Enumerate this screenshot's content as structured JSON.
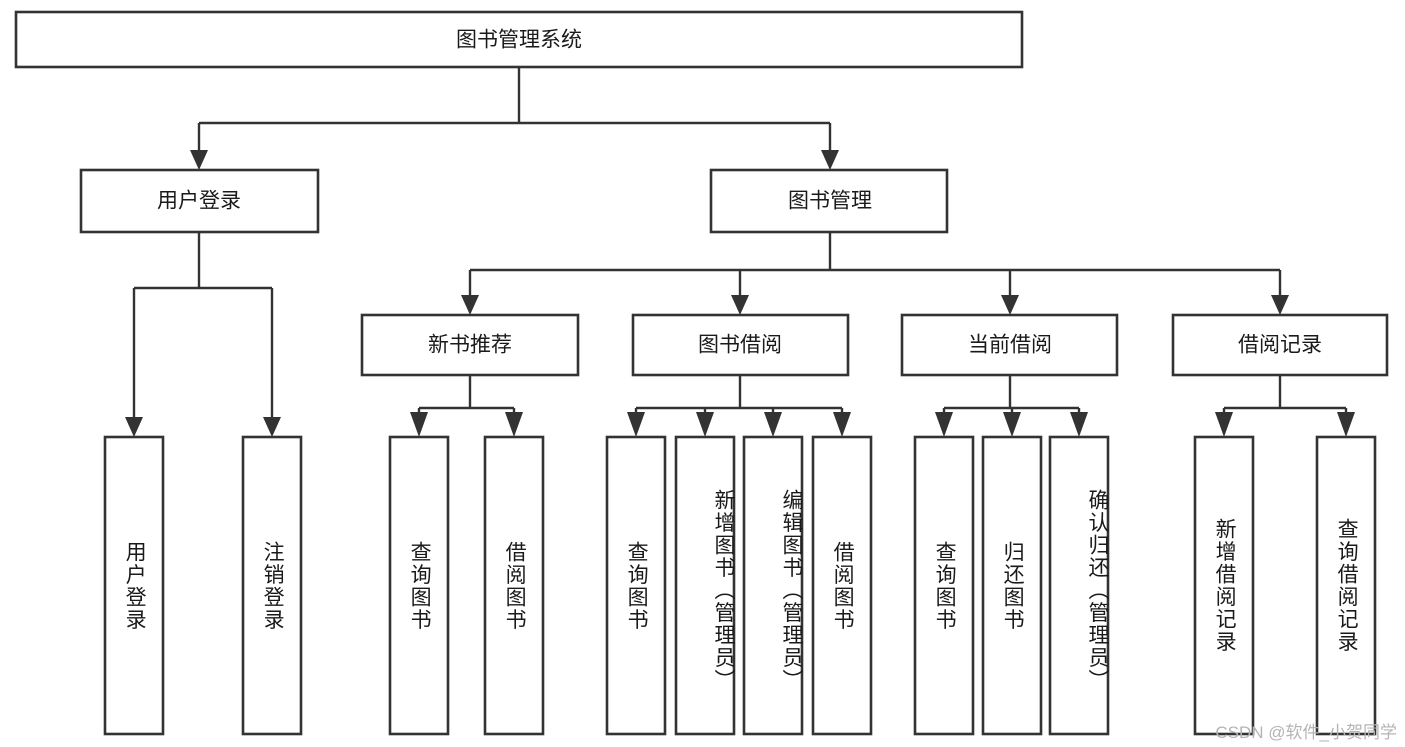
{
  "diagram": {
    "type": "tree-hierarchy",
    "orientation": "top-down",
    "root": {
      "id": "root",
      "label": "图书管理系统"
    },
    "level2": [
      {
        "id": "user-login",
        "label": "用户登录"
      },
      {
        "id": "book-manage",
        "label": "图书管理"
      }
    ],
    "level3": [
      {
        "id": "new-book-rec",
        "label": "新书推荐",
        "parent": "book-manage"
      },
      {
        "id": "book-borrow",
        "label": "图书借阅",
        "parent": "book-manage"
      },
      {
        "id": "current-borrow",
        "label": "当前借阅",
        "parent": "book-manage"
      },
      {
        "id": "borrow-record",
        "label": "借阅记录",
        "parent": "book-manage"
      }
    ],
    "leaves": [
      {
        "id": "leaf-user-login",
        "label": "用户登录",
        "parent": "user-login"
      },
      {
        "id": "leaf-logout-login",
        "label": "注销登录",
        "parent": "user-login"
      },
      {
        "id": "leaf-query-book-1",
        "label": "查询图书",
        "parent": "new-book-rec"
      },
      {
        "id": "leaf-borrow-book-1",
        "label": "借阅图书",
        "parent": "new-book-rec"
      },
      {
        "id": "leaf-query-book-2",
        "label": "查询图书",
        "parent": "book-borrow"
      },
      {
        "id": "leaf-add-book",
        "label": "新增图书（管理员）",
        "parent": "book-borrow"
      },
      {
        "id": "leaf-edit-book",
        "label": "编辑图书（管理员）",
        "parent": "book-borrow"
      },
      {
        "id": "leaf-borrow-book-2",
        "label": "借阅图书",
        "parent": "book-borrow"
      },
      {
        "id": "leaf-query-book-3",
        "label": "查询图书",
        "parent": "current-borrow"
      },
      {
        "id": "leaf-return-book",
        "label": "归还图书",
        "parent": "current-borrow"
      },
      {
        "id": "leaf-confirm-return",
        "label": "确认归还（管理员）",
        "parent": "current-borrow"
      },
      {
        "id": "leaf-add-record",
        "label": "新增借阅记录",
        "parent": "borrow-record"
      },
      {
        "id": "leaf-query-record",
        "label": "查询借阅记录",
        "parent": "borrow-record"
      }
    ],
    "colors": {
      "background": "#ffffff",
      "box_fill": "#ffffff",
      "box_stroke": "#333333",
      "text": "#1a1a1a",
      "watermark": "#b4b4b4"
    }
  },
  "watermark": {
    "text": "CSDN @软件_小贺同学"
  }
}
